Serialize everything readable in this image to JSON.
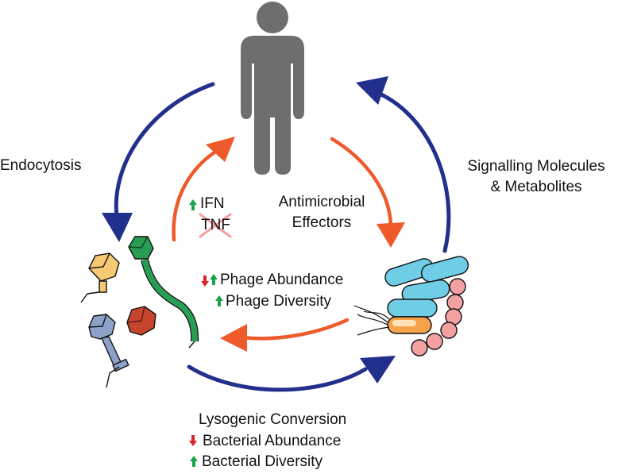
{
  "labels": {
    "endocytosis": "Endocytosis",
    "signalling_line1": "Signalling Molecules",
    "signalling_line2": "& Metabolites",
    "antimicrobial_line1": "Antimicrobial",
    "antimicrobial_line2": "Effectors",
    "ifn": "IFN",
    "tnf": "TNF",
    "phage_abundance": "Phage Abundance",
    "phage_diversity": "Phage Diversity",
    "lysogenic": "Lysogenic Conversion",
    "bacterial_abundance": "Bacterial Abundance",
    "bacterial_diversity": "Bacterial Diversity"
  },
  "colors": {
    "outer_arrow": "#232f8c",
    "inner_arrow": "#ee5a2a",
    "human": "#6d6e70",
    "up_arrow": "#1aa34a",
    "down_arrow": "#d8242a",
    "bacteria_rod": "#6fcde6",
    "bacteria_orange": "#f5a24b",
    "cocci": "#f3a0a3",
    "phage_yellow": "#f6c972",
    "phage_green": "#2a9d55",
    "phage_red": "#c7452d",
    "phage_blue": "#8ca2c9"
  },
  "icons": [
    "human-icon",
    "phage-icon",
    "bacteria-icon",
    "up-arrow-icon",
    "down-arrow-icon",
    "cross-out-icon"
  ]
}
